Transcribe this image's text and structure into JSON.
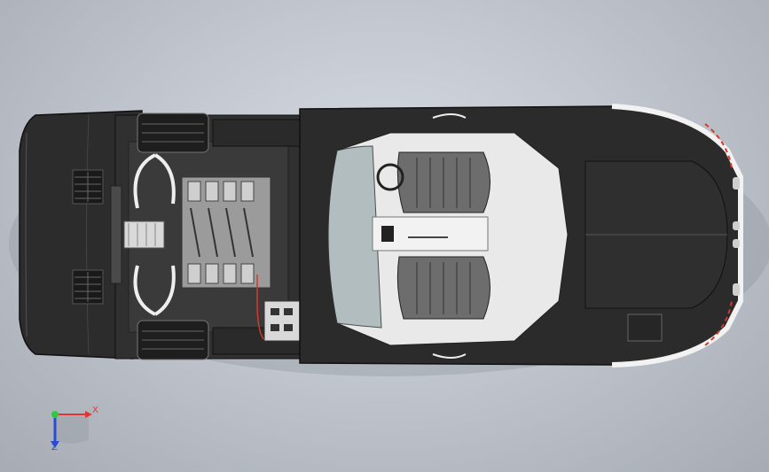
{
  "view": {
    "type": "cad-3d-viewport",
    "background_color": "#c2c7cf",
    "model_body_color": "#2b2b2b",
    "accent_color": "#d33a2c"
  },
  "triad": {
    "x_label": "X",
    "z_label": "Z",
    "x_color": "#e33333",
    "y_color": "#2ecc40",
    "z_color": "#2a4bd6"
  }
}
